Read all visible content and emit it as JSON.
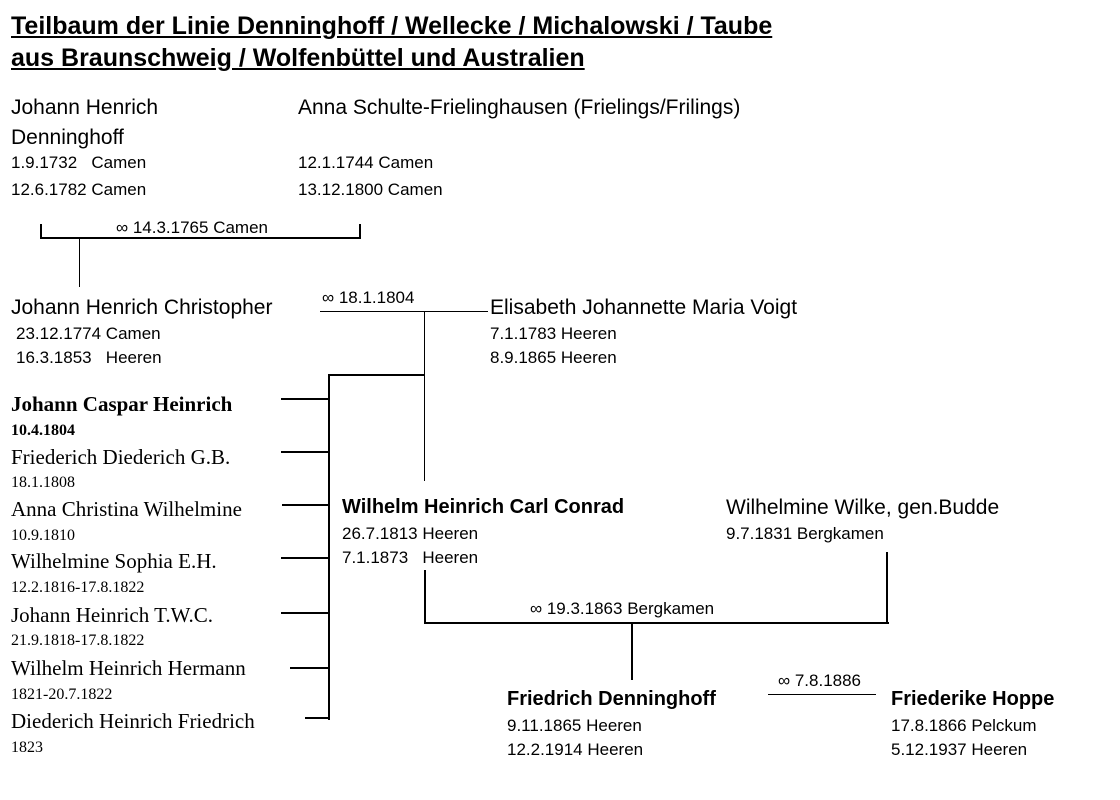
{
  "title": {
    "line1": "Teilbaum der Linie Denninghoff / Wellecke / Michalowski / Taube",
    "line2": "aus Braunschweig / Wolfenbüttel und Australien"
  },
  "gen1": {
    "husband": {
      "name1": "Johann Henrich",
      "name2": "Denninghoff",
      "birth": "1.9.1732   Camen",
      "death": "12.6.1782 Camen"
    },
    "wife": {
      "name": "Anna Schulte-Frielinghausen (Frielings/Frilings)",
      "birth": "12.1.1744 Camen",
      "death": "13.12.1800 Camen"
    },
    "marriage": "∞ 14.3.1765 Camen"
  },
  "gen2": {
    "husband": {
      "name": "Johann Henrich Christopher",
      "birth": "23.12.1774 Camen",
      "death": "16.3.1853   Heeren"
    },
    "wife": {
      "name": "Elisabeth Johannette Maria Voigt",
      "birth": "7.1.1783 Heeren",
      "death": "8.9.1865 Heeren"
    },
    "marriage": "∞ 18.1.1804"
  },
  "children": [
    {
      "name": "Johann Caspar Heinrich",
      "dates": "10.4.1804"
    },
    {
      "name": "Friederich Diederich G.B.",
      "dates": "18.1.1808"
    },
    {
      "name": "Anna Christina Wilhelmine",
      "dates": "10.9.1810"
    },
    {
      "name": "Wilhelmine Sophia E.H.",
      "dates": "12.2.1816-17.8.1822"
    },
    {
      "name": "Johann Heinrich T.W.C.",
      "dates": "21.9.1818-17.8.1822"
    },
    {
      "name": "Wilhelm Heinrich Hermann",
      "dates": "1821-20.7.1822"
    },
    {
      "name": "Diederich Heinrich Friedrich",
      "dates": "1823"
    }
  ],
  "gen3": {
    "husband": {
      "name": "Wilhelm Heinrich Carl Conrad",
      "birth": "26.7.1813 Heeren",
      "death": "7.1.1873   Heeren"
    },
    "wife": {
      "name": "Wilhelmine Wilke, gen.Budde",
      "birth": "9.7.1831 Bergkamen"
    },
    "marriage": "∞ 19.3.1863 Bergkamen"
  },
  "gen4": {
    "husband": {
      "name": "Friedrich Denninghoff",
      "birth": "9.11.1865 Heeren",
      "death": "12.2.1914 Heeren"
    },
    "wife": {
      "name": "Friederike Hoppe",
      "birth": "17.8.1866 Pelckum",
      "death": "5.12.1937 Heeren"
    },
    "marriage": "∞ 7.8.1886"
  }
}
